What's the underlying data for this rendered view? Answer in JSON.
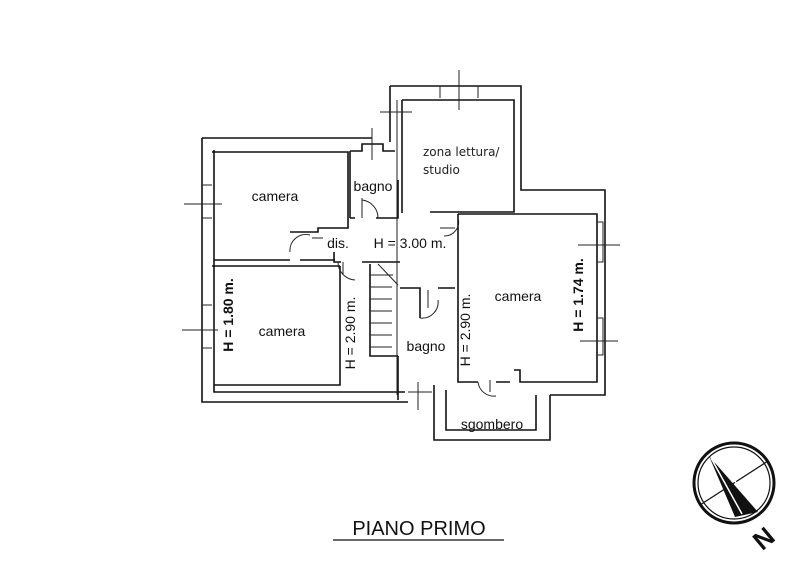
{
  "plan": {
    "title": "PIANO PRIMO",
    "rooms": {
      "camera_top_left": "camera",
      "bagno_top": "bagno",
      "zona_line1": "zona lettura/",
      "zona_line2": "studio",
      "dis": "dis.",
      "camera_bottom_left": "camera",
      "bagno_center": "bagno",
      "camera_right": "camera",
      "sgombero": "sgombero"
    },
    "heights": {
      "corridor": "H = 3.00 m.",
      "camera_bottom_left": "H = 1.80 m.",
      "left_wall": "H = 2.90 m.",
      "bagno_center": "H = 2.90 m.",
      "camera_right": "H = 1.74 m."
    },
    "compass": {
      "label": "N"
    }
  }
}
